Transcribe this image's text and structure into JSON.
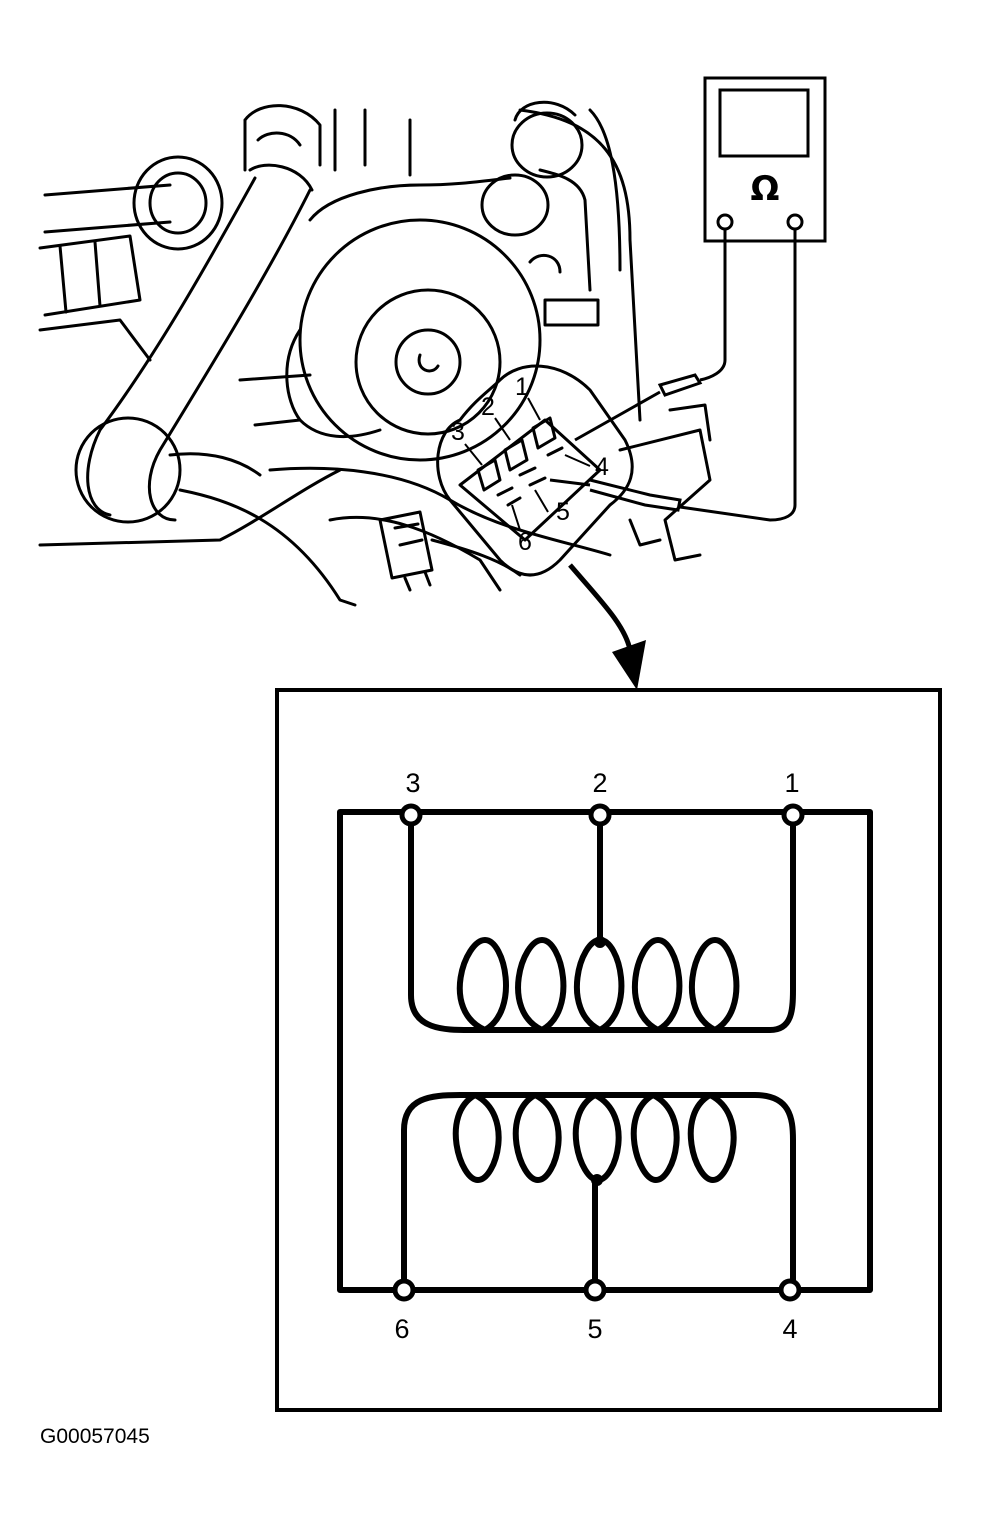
{
  "meter": {
    "symbol": "Ω"
  },
  "connector_pins": [
    "1",
    "2",
    "3",
    "4",
    "5",
    "6"
  ],
  "schematic": {
    "top_terminals": [
      "3",
      "2",
      "1"
    ],
    "bottom_terminals": [
      "6",
      "5",
      "4"
    ]
  },
  "figure_code": "G00057045",
  "colors": {
    "ink": "#000000",
    "paper": "#ffffff"
  }
}
